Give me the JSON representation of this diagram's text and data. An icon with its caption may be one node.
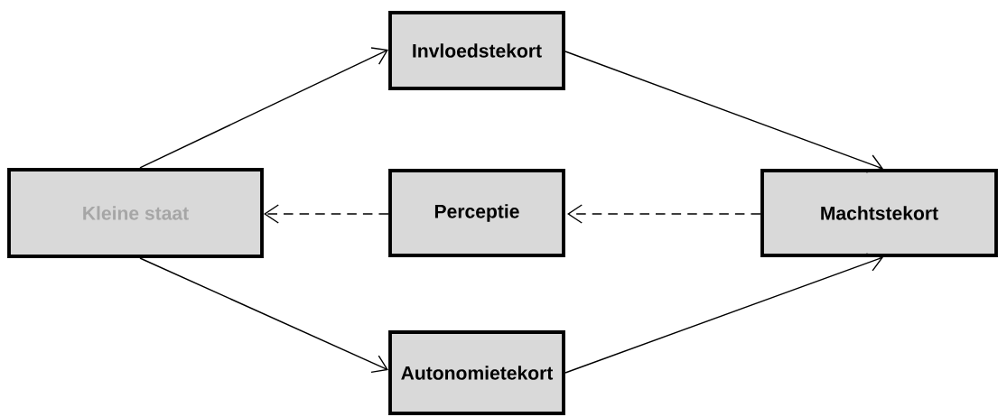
{
  "diagram": {
    "nodes": [
      {
        "text": [
          "Kleine staat"
        ]
      },
      {
        "text": [
          "Invloedstekort"
        ]
      },
      {
        "text": [
          "Perceptie"
        ]
      },
      {
        "text": [
          "Machtstekort"
        ]
      },
      {
        "text": [
          "Autonomietekort"
        ]
      }
    ],
    "edges": [
      {
        "from": 0,
        "to": 1,
        "arrow": "to"
      },
      {
        "from": 1,
        "to": 3,
        "arrow": "to"
      },
      {
        "from": 3,
        "to": 2,
        "arrow": "to",
        "style": "dashed"
      },
      {
        "from": 2,
        "to": 0,
        "arrow": "to",
        "style": "dashed"
      },
      {
        "from": 0,
        "to": 4,
        "arrow": "to"
      },
      {
        "from": 4,
        "to": 3,
        "arrow": "to"
      }
    ]
  }
}
